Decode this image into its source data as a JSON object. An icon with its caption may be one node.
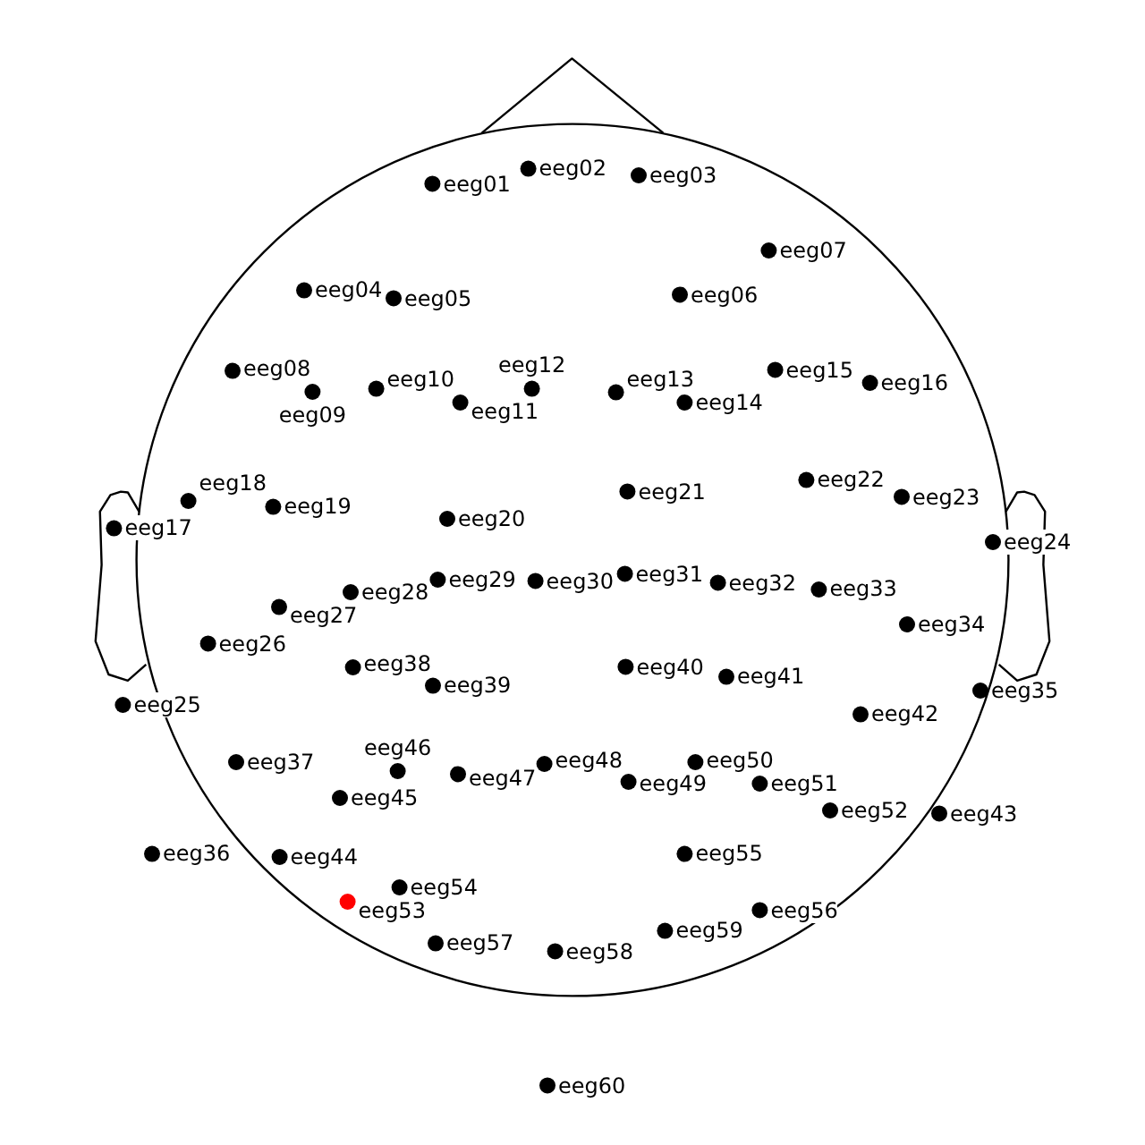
{
  "diagram": {
    "labels": [
      "eeg01",
      "eeg02",
      "eeg03",
      "eeg04",
      "eeg05",
      "eeg06",
      "eeg07",
      "eeg08",
      "eeg09",
      "eeg10",
      "eeg11",
      "eeg12",
      "eeg13",
      "eeg14",
      "eeg15",
      "eeg16",
      "eeg17",
      "eeg18",
      "eeg19",
      "eeg20",
      "eeg21",
      "eeg22",
      "eeg23",
      "eeg24",
      "eeg25",
      "eeg26",
      "eeg27",
      "eeg28",
      "eeg29",
      "eeg30",
      "eeg31",
      "eeg32",
      "eeg33",
      "eeg34",
      "eeg35",
      "eeg36",
      "eeg37",
      "eeg38",
      "eeg39",
      "eeg40",
      "eeg41",
      "eeg42",
      "eeg43",
      "eeg44",
      "eeg45",
      "eeg46",
      "eeg47",
      "eeg48",
      "eeg49",
      "eeg50",
      "eeg51",
      "eeg52",
      "eeg53",
      "eeg54",
      "eeg55",
      "eeg56",
      "eeg57",
      "eeg58",
      "eeg59",
      "eeg60"
    ]
  }
}
